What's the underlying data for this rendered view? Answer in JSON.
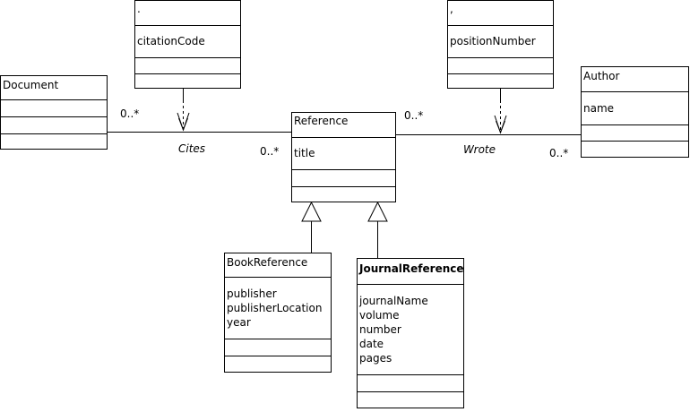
{
  "classes": {
    "document": {
      "name": "Document"
    },
    "cites_class": {
      "name": ".",
      "attributes": [
        "citationCode"
      ]
    },
    "reference": {
      "name": "Reference",
      "attributes": [
        "title"
      ]
    },
    "wrote_class": {
      "name": ",",
      "attributes": [
        "positionNumber"
      ]
    },
    "author": {
      "name": "Author",
      "attributes": [
        "name"
      ]
    },
    "book_reference": {
      "name": "BookReference",
      "attributes": [
        "publisher",
        "publisherLocation",
        "year"
      ]
    },
    "journal_reference": {
      "name": "JournalReference",
      "attributes": [
        "journalName",
        "volume",
        "number",
        "date",
        "pages"
      ]
    }
  },
  "associations": {
    "cites": {
      "label": "Cites",
      "mult_document": "0..*",
      "mult_reference": "0..*"
    },
    "wrote": {
      "label": "Wrote",
      "mult_reference": "0..*",
      "mult_author": "0..*"
    }
  }
}
